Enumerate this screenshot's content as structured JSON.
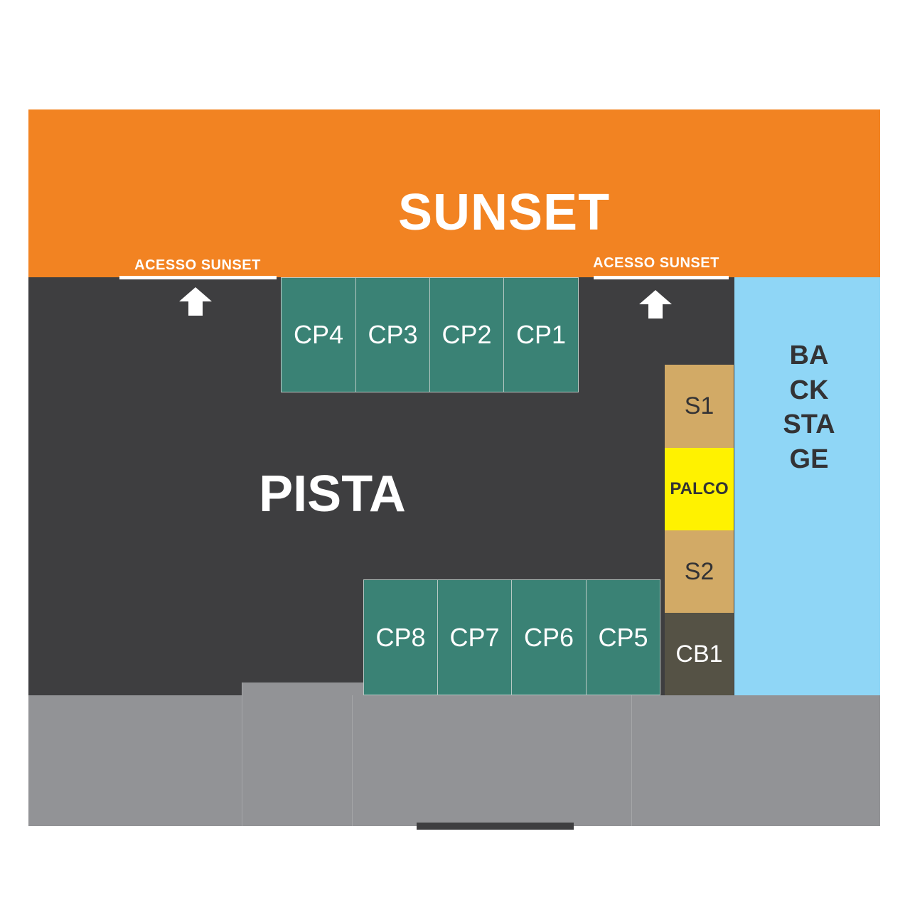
{
  "areas": {
    "sunset": "SUNSET",
    "pista": "PISTA",
    "backstage": "BACKSTAGE"
  },
  "access": {
    "left": "ACESSO SUNSET",
    "right": "ACESSO SUNSET"
  },
  "camarotes_top": [
    "CP4",
    "CP3",
    "CP2",
    "CP1"
  ],
  "camarotes_bottom": [
    "CP8",
    "CP7",
    "CP6",
    "CP5"
  ],
  "stage": {
    "s1": "S1",
    "palco": "PALCO",
    "s2": "S2",
    "cb1": "CB1"
  },
  "colors": {
    "sunset": "#f28322",
    "pista": "#3e3e40",
    "backstage": "#8fd6f6",
    "camarote": "#3a8275",
    "side_stage": "#d2aa66",
    "palco": "#fff200",
    "cb": "#555245",
    "outer": "#929396"
  }
}
